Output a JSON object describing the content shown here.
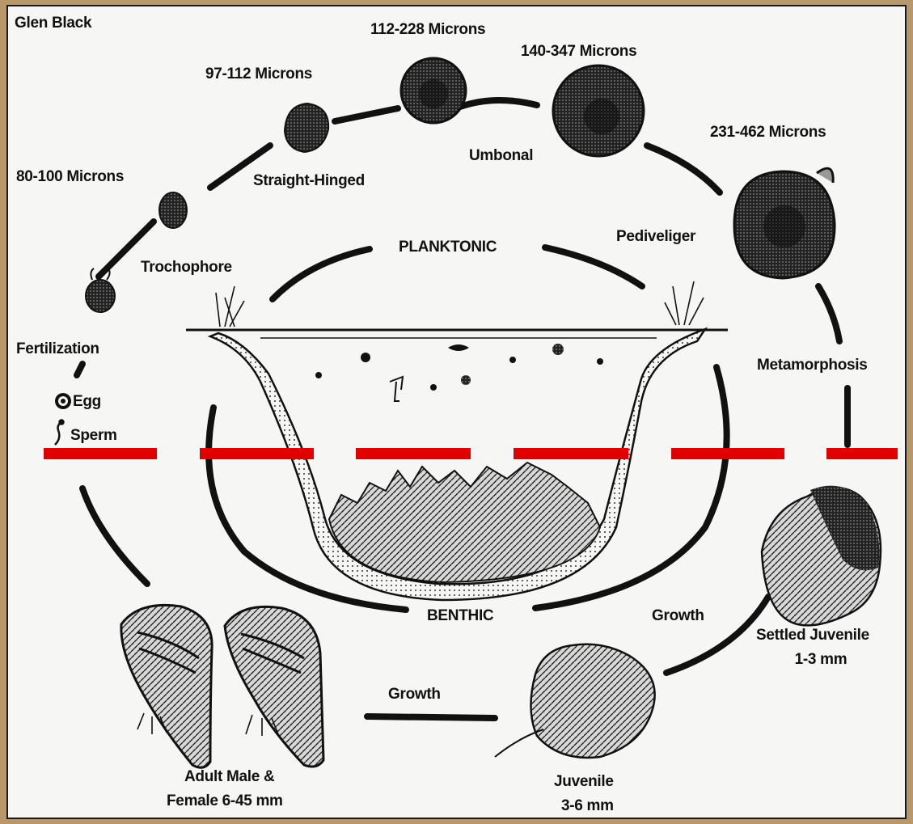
{
  "credit": "Glen Black",
  "labels": {
    "egg": "Egg",
    "sperm": "Sperm",
    "fertilization": "Fertilization",
    "trochophore": "Trochophore",
    "trochophore_size": "80-100 Microns",
    "straight_hinged": "Straight-Hinged",
    "straight_hinged_size": "97-112 Microns",
    "umbonal": "Umbonal",
    "umbonal_size_a": "112-228  Microns",
    "umbonal_size_b": "140-347  Microns",
    "pediveliger": "Pediveliger",
    "pediveliger_size": "231-462  Microns",
    "metamorphosis": "Metamorphosis",
    "planktonic": "PLANKTONIC",
    "benthic": "BENTHIC",
    "growth_right": "Growth",
    "growth_bottom": "Growth",
    "settled_juvenile": "Settled Juvenile",
    "settled_juvenile_size": "1-3 mm",
    "juvenile": "Juvenile",
    "juvenile_size": "3-6 mm",
    "adult": "Adult Male &",
    "adult_size": "Female 6-45 mm"
  },
  "colors": {
    "divider": "#e00000",
    "background": "#f6f6f4",
    "outer_frame": "#b8976a",
    "ink": "#111111"
  }
}
